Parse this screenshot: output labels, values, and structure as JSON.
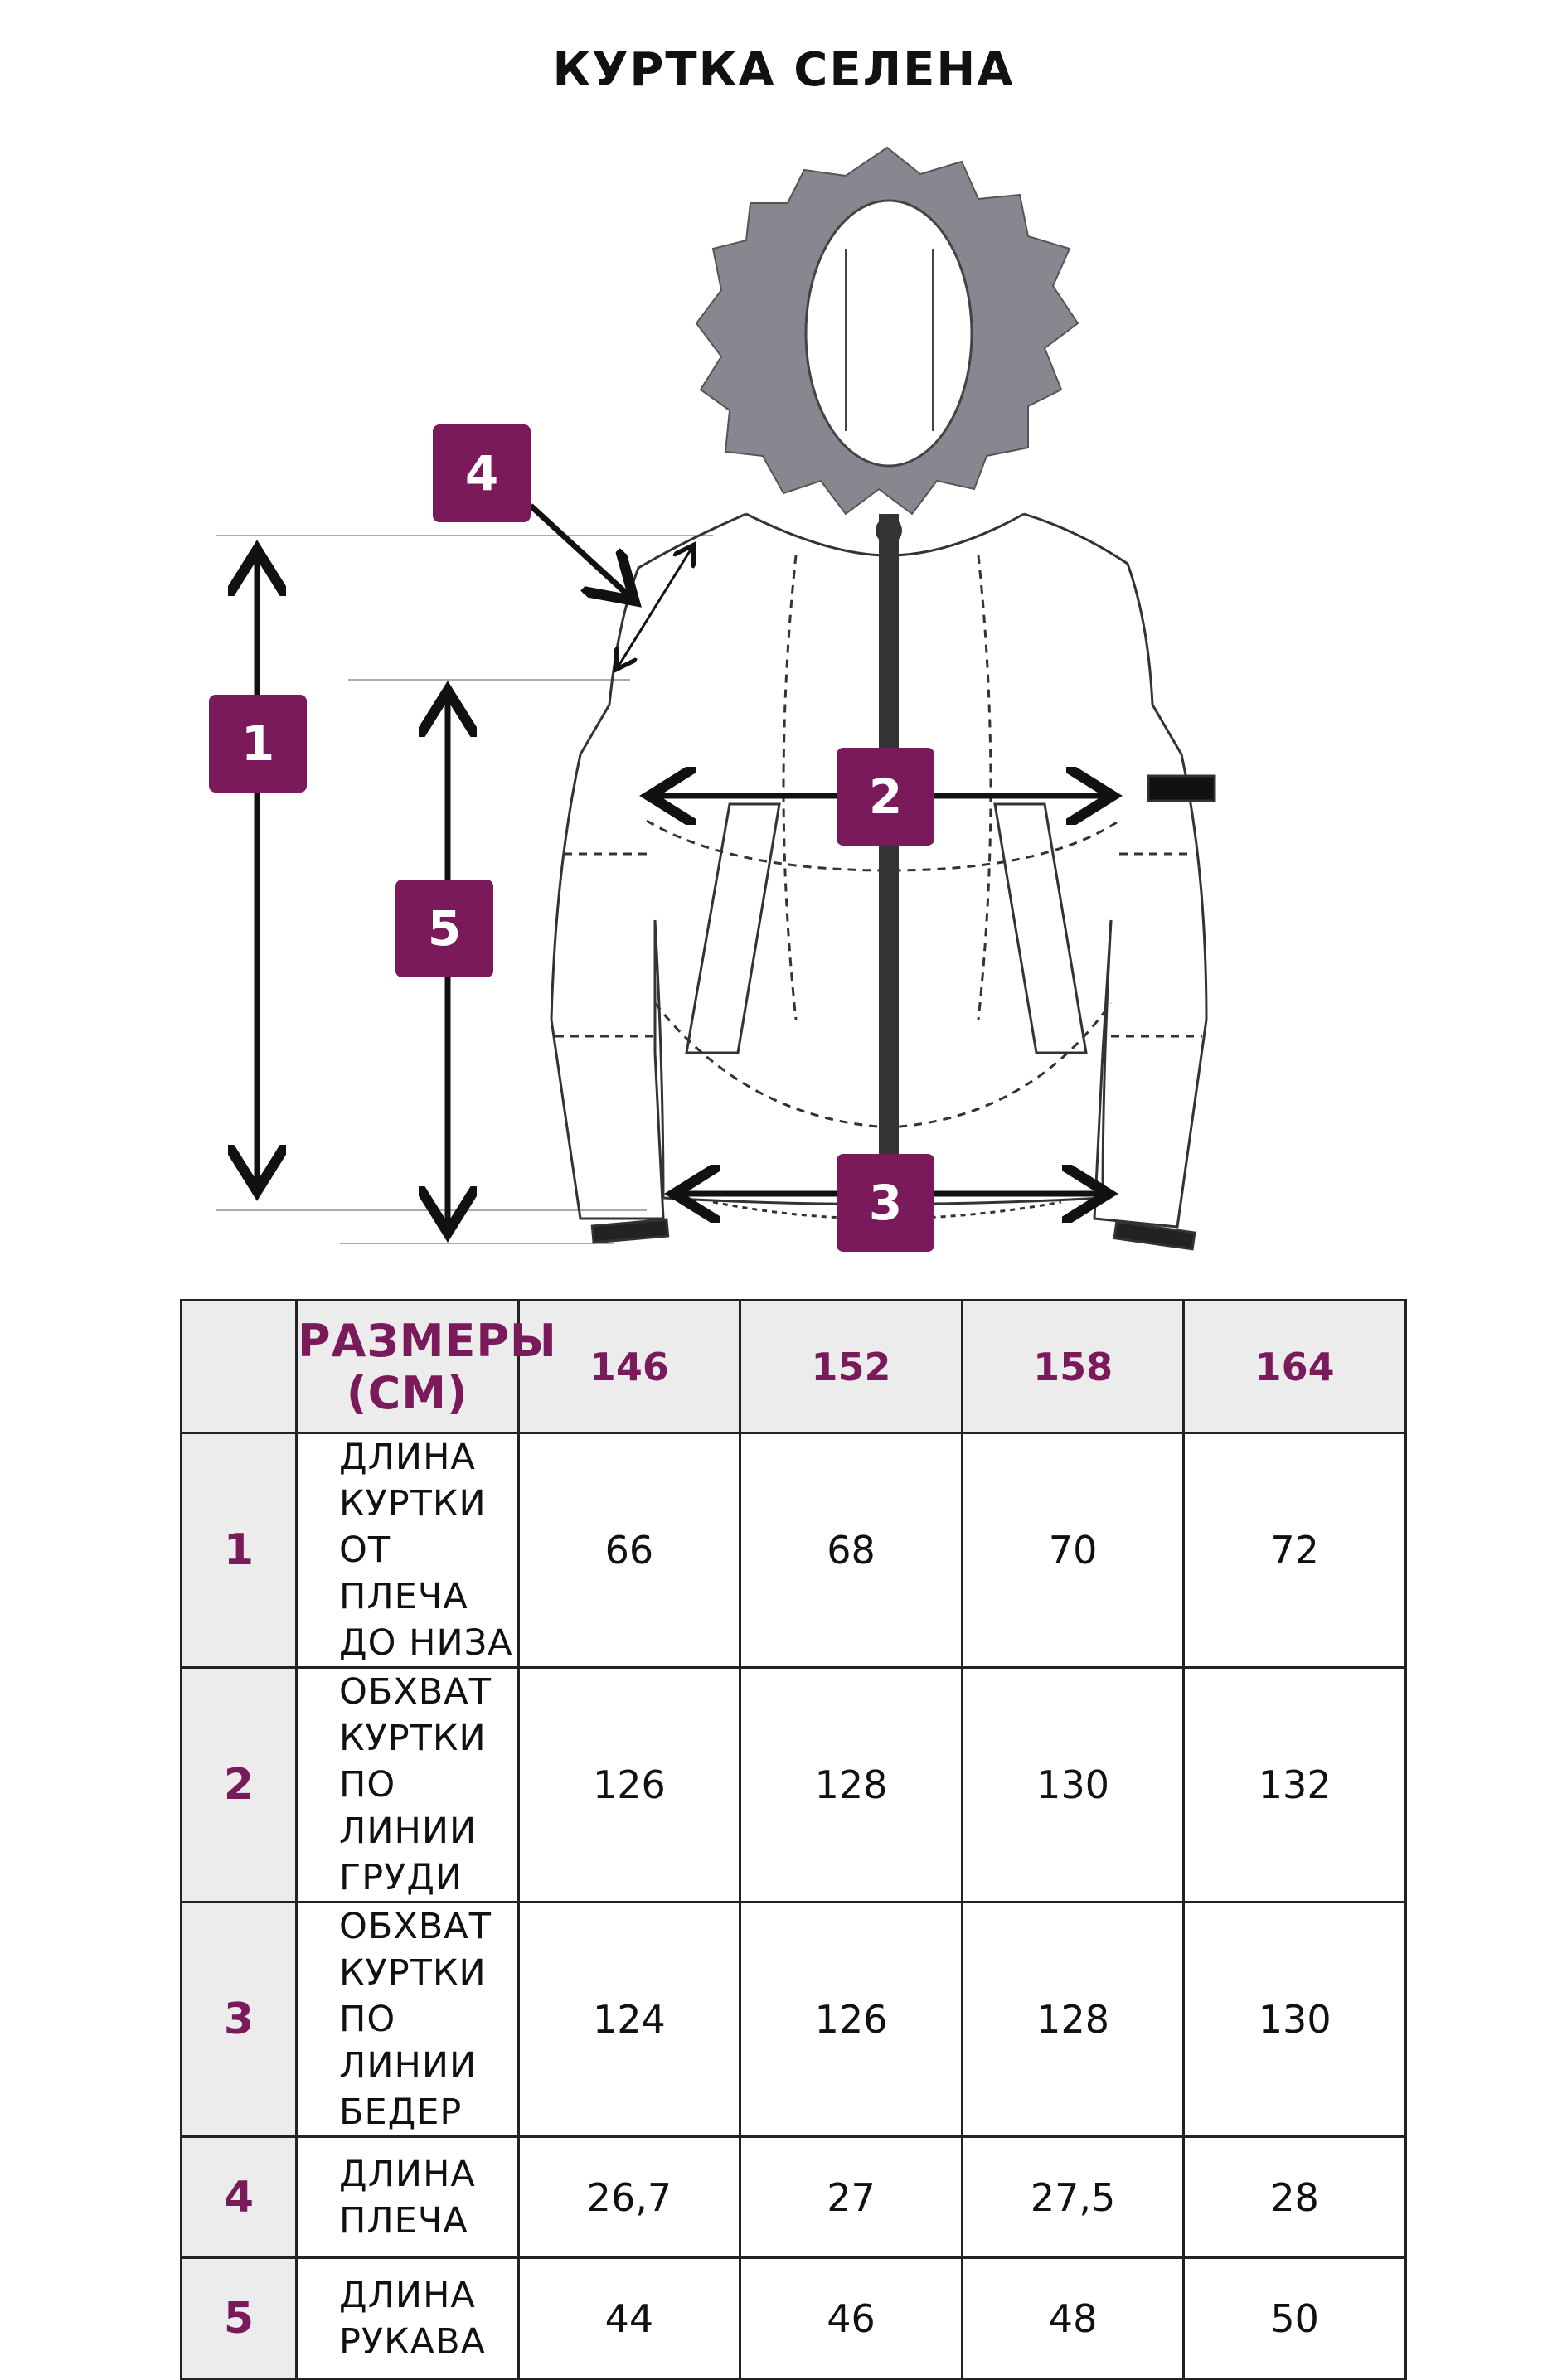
{
  "title": "КУРТКА СЕЛЕНА",
  "badges": [
    "1",
    "2",
    "3",
    "4",
    "5"
  ],
  "table": {
    "header_title": "РАЗМЕРЫ (СМ)",
    "sizes": [
      "146",
      "152",
      "158",
      "164"
    ],
    "rows": [
      {
        "num": "1",
        "desc": [
          "ДЛИНА КУРТКИ",
          "ОТ ПЛЕЧА ДО НИЗА"
        ],
        "values": [
          "66",
          "68",
          "70",
          "72"
        ]
      },
      {
        "num": "2",
        "desc": [
          "ОБХВАТ КУРТКИ",
          "ПО ЛИНИИ ГРУДИ"
        ],
        "values": [
          "126",
          "128",
          "130",
          "132"
        ]
      },
      {
        "num": "3",
        "desc": [
          "ОБХВАТ КУРТКИ",
          "ПО ЛИНИИ БЕДЕР"
        ],
        "values": [
          "124",
          "126",
          "128",
          "130"
        ]
      },
      {
        "num": "4",
        "desc": [
          "ДЛИНА ПЛЕЧА"
        ],
        "values": [
          "26,7",
          "27",
          "27,5",
          "28"
        ]
      },
      {
        "num": "5",
        "desc": [
          "ДЛИНА РУКАВА"
        ],
        "values": [
          "44",
          "46",
          "48",
          "50"
        ]
      }
    ]
  },
  "colors": {
    "accent": "#7a1a5a",
    "header_bg": "#ececec",
    "fur": "#8a8690"
  }
}
